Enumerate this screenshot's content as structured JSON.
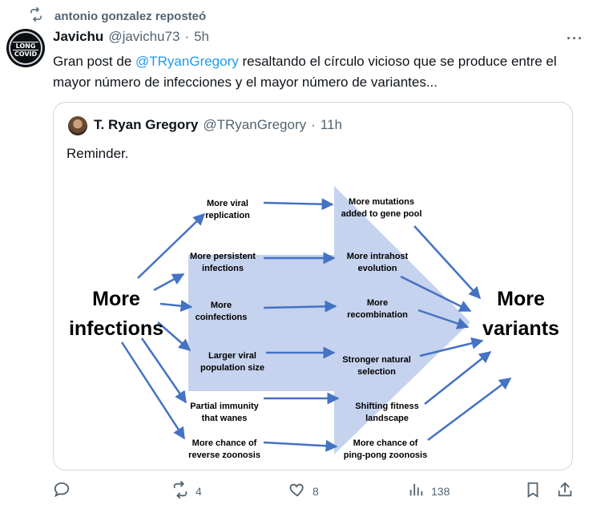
{
  "repost": {
    "text": "antonio gonzalez reposteó"
  },
  "avatar": {
    "line1": "LONG",
    "line2": "COVID"
  },
  "post": {
    "name": "Javichu",
    "handle": "@javichu73",
    "separator": "·",
    "time": "5h",
    "text_before": "Gran post de ",
    "mention": "@TRyanGregory",
    "text_after": " resaltando el círculo vicioso que se produce entre el mayor número de infecciones y el mayor número de variantes..."
  },
  "quote": {
    "name": "T. Ryan Gregory",
    "handle": "@TRyanGregory",
    "separator": "·",
    "time": "11h",
    "text": "Reminder."
  },
  "diagram": {
    "left_label_line1": "More",
    "left_label_line2": "infections",
    "right_label_line1": "More",
    "right_label_line2": "variants",
    "left_nodes": [
      {
        "l1": "More viral",
        "l2": "replication"
      },
      {
        "l1": "More persistent",
        "l2": "infections"
      },
      {
        "l1": "More",
        "l2": "coinfections"
      },
      {
        "l1": "Larger viral",
        "l2": "population size"
      },
      {
        "l1": "Partial immunity",
        "l2": "that wanes"
      },
      {
        "l1": "More chance of",
        "l2": "reverse zoonosis"
      }
    ],
    "right_nodes": [
      {
        "l1": "More mutations",
        "l2": "added to gene pool"
      },
      {
        "l1": "More intrahost",
        "l2": "evolution"
      },
      {
        "l1": "More",
        "l2": "recombination"
      },
      {
        "l1": "Stronger natural",
        "l2": "selection"
      },
      {
        "l1": "Shifting fitness",
        "l2": "landscape"
      },
      {
        "l1": "More chance of",
        "l2": "ping-pong zoonosis"
      }
    ],
    "colors": {
      "arrow": "#4472c4",
      "big_arrow": "#c5d3ee"
    }
  },
  "actions": {
    "reply_count": "",
    "repost_count": "4",
    "like_count": "8",
    "views_count": "138"
  },
  "colors": {
    "accent": "#1d9bf0",
    "muted": "#536471",
    "text": "#0f1419"
  }
}
